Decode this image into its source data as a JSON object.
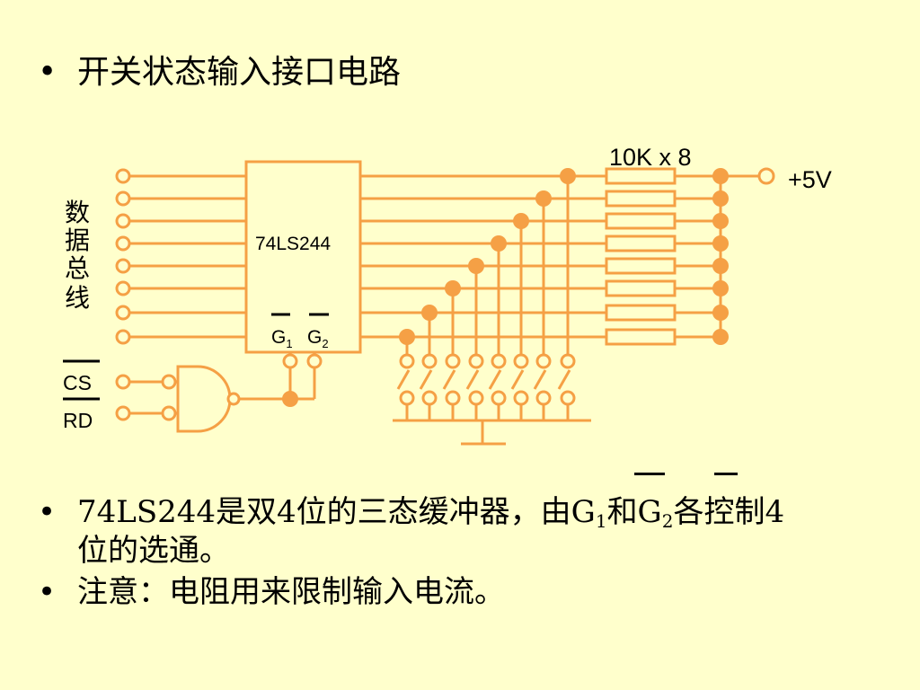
{
  "bullets": {
    "b1": "开关状态输入接口电路",
    "b2": {
      "part_a": "74LS244是双4位的三态缓冲器，由G",
      "g1_sub": "1",
      "part_b": "和G",
      "g2_sub": "2",
      "part_c": "各控制4",
      "line2": "位的选通。"
    },
    "b3": "注意：电阻用来限制输入电流。"
  },
  "diagram": {
    "chip_label": "74LS244",
    "g1_label": "G",
    "g1_sub": "1",
    "g2_label": "G",
    "g2_sub": "2",
    "resistor_label": "10K x 8",
    "vcc_label": "+5V",
    "bus_label_chars": [
      "数",
      "据",
      "总",
      "线"
    ],
    "cs_label": "CS",
    "rd_label": "RD"
  },
  "colors": {
    "background": "#ffffcc",
    "circuit": "#f5a045",
    "text": "#000000"
  },
  "icons": {
    "bullet": "bullet-dot-icon",
    "gate": "and-gate-icon",
    "ground": "ground-symbol-icon"
  }
}
